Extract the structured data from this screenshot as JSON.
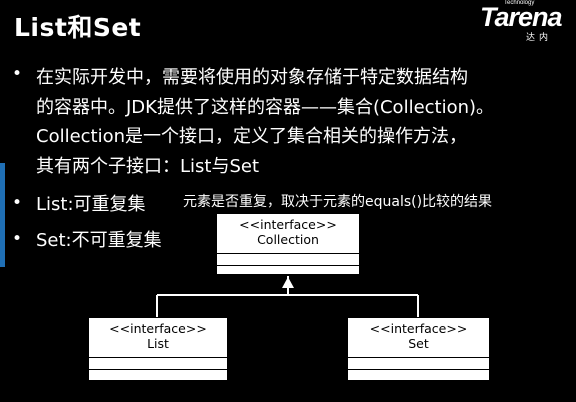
{
  "slide": {
    "title": "List和Set",
    "logo": {
      "brand": "Tarena",
      "tagline": "Technology",
      "brand_cn": "达内"
    },
    "paragraph_lines": [
      "在实际开发中，需要将使用的对象存储于特定数据结构",
      "的容器中。JDK提供了这样的容器——集合(Collection)。",
      "Collection是一个接口，定义了集合相关的操作方法，",
      "其有两个子接口：List与Set"
    ],
    "bullets": [
      "List:可重复集",
      "Set:不可重复集"
    ],
    "note": "元素是否重复，取决于元素的equals()比较的结果"
  },
  "diagram": {
    "parent": {
      "stereotype": "<<interface>>",
      "name": "Collection"
    },
    "children": [
      {
        "stereotype": "<<interface>>",
        "name": "List"
      },
      {
        "stereotype": "<<interface>>",
        "name": "Set"
      }
    ],
    "colors": {
      "box_fill": "#ffffff",
      "line": "#ffffff",
      "box_border": "#000000"
    }
  }
}
